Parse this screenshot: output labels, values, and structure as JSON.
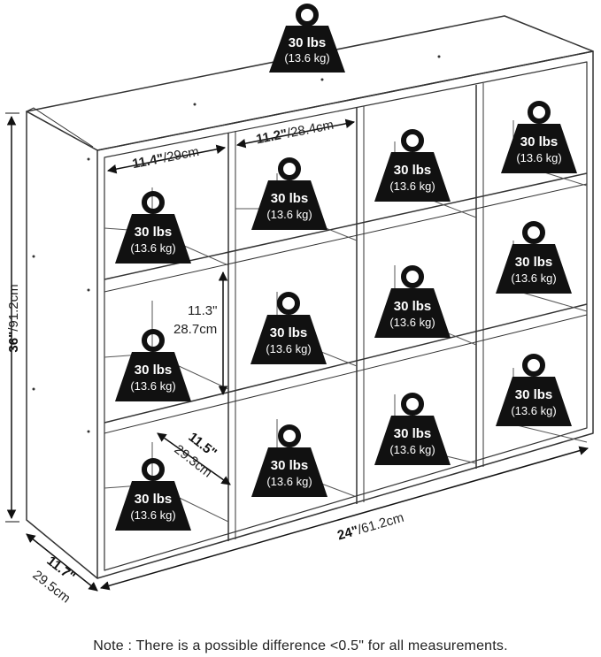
{
  "weight_tag": {
    "label_lbs": "30 lbs",
    "label_kg": "(13.6 kg)",
    "color": "#111111"
  },
  "dimensions": {
    "height_in": "36\"",
    "height_cm": "/91.2cm",
    "width_in": "24\"",
    "width_cm": "/61.2cm",
    "depth_in": "11.7\"",
    "depth_cm": "29.5cm",
    "cubby_width1_in": "11.4\"",
    "cubby_width1_cm": "/29cm",
    "cubby_width2_in": "11.2\"",
    "cubby_width2_cm": "/28.4cm",
    "cubby_height_in": "11.3\"",
    "cubby_height_cm": "28.7cm",
    "cubby_depth_in": "11.5\"",
    "cubby_depth_cm": "29.3cm"
  },
  "note": "Note : There is a possible difference <0.5\" for all measurements."
}
